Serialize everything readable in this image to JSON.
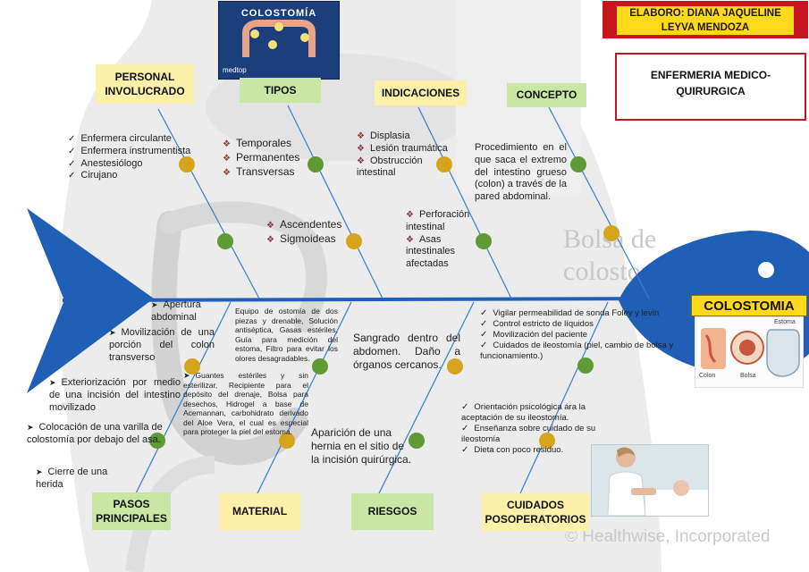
{
  "author": {
    "line1": "ELABORO: DIANA JAQUELINE",
    "line2": "LEYVA MENDOZA"
  },
  "course": {
    "line1": "ENFERMERIA MEDICO-",
    "line2": "QUIRURGICA"
  },
  "central_label": "COLOSTOMIA",
  "thumbnail": {
    "title": "COLOSTOMÍA",
    "brand": "medtop"
  },
  "background": {
    "watermark1": "Bolsa de",
    "watermark2": "colostomía",
    "copyright": "© Healthwise, Incorporated"
  },
  "stoma_image_captions": [
    "Colon",
    "Bolsa",
    "Estoma"
  ],
  "colors": {
    "fish": "#1f5fb5",
    "node_gold": "#d6a41c",
    "node_green": "#5f9a35",
    "author_bg": "#c4161c",
    "author_text": "#1a1a1a",
    "box_yellow": "#fdf0a8",
    "box_green": "#c9e6a4"
  },
  "categories": {
    "personal": {
      "label1": "PERSONAL",
      "label2": "INVOLUCRADO",
      "items": [
        "Enfermera circulante",
        "Enfermera instrumentista",
        "Anestesiólogo",
        "Cirujano"
      ]
    },
    "tipos": {
      "label": "TIPOS",
      "items": [
        "Temporales",
        "Permanentes",
        "Transversas",
        "Ascendentes",
        "Sigmoideas"
      ]
    },
    "indicaciones": {
      "label": "INDICACIONES",
      "items": [
        "Displasia",
        "Lesión traumática",
        "Obstrucción intestinal",
        "Perforación intestinal",
        "Asas intestinales afectadas"
      ]
    },
    "concepto": {
      "label": "CONCEPTO",
      "text": "Procedimiento en el que saca el extremo del intestino grueso (colon) a través de la pared abdominal."
    },
    "pasos": {
      "label1": "PASOS",
      "label2": "PRINCIPALES",
      "items": [
        "Apertura abdominal",
        "Movilización de una porción del colon transverso",
        "Exteriorización por medio de una incisión del intestino movilizado",
        "Colocación de una varilla de colostomía por debajo del asa.",
        "Cierre de una herida"
      ]
    },
    "material": {
      "label": "MATERIAL",
      "text1": "Equipo de ostomía de dos piezas y drenable, Solución antiséptica, Gasas estériles, Guía para medición del estoma, Filtro para evitar los olores desagradables.",
      "text2": "Guantes estériles y sin esterilizar, Recipiente para el depósito del drenaje, Bolsa para desechos, Hidrogel a base de Acemannan, carbohidrato derivado del Aloe Vera, el cual es especial para proteger la piel del estoma."
    },
    "riesgos": {
      "label": "RIESGOS",
      "text1": "Sangrado dentro del abdomen. Daño a órganos cercanos.",
      "text2": "Aparición de una hernia en el sitio de la incisión quirúrgica."
    },
    "cuidados": {
      "label1": "CUIDADOS",
      "label2": "POSOPERATORIOS",
      "items1": [
        "Vigilar permeabilidad de sonda Foley y levin",
        "Control estricto de líquidos",
        "Movilización del paciente",
        "Cuidados de ileostomía (piel, cambio de bolsa y funcionamiento.)"
      ],
      "items2": [
        "Orientación psicológica ára la aceptación de su ileostomía.",
        "Enseñanza sobre cuidado de su ileostomía",
        "Dieta con poco residuo."
      ]
    }
  }
}
